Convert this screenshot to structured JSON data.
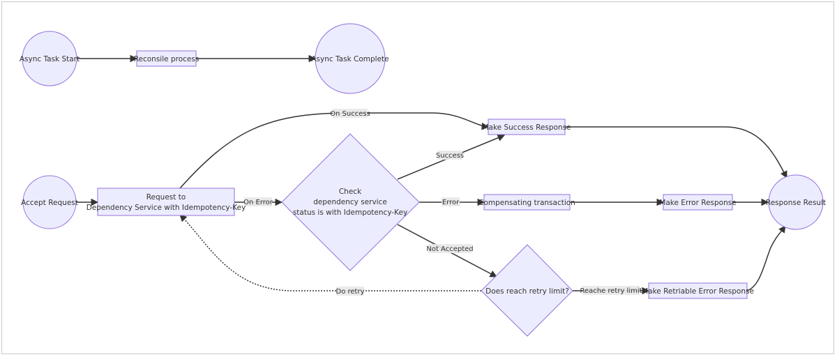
{
  "diagram": {
    "type": "flowchart",
    "colors": {
      "node_fill": "#ECECFF",
      "node_stroke": "#9370DB",
      "edge": "#333333",
      "label_bg": "#e8e8e8"
    },
    "nodes": {
      "async_task_start": "Async Task Start",
      "reconsile_process": "Reconsile process",
      "async_task_complete": "Async Task Complete",
      "accept_request": "Accept Request",
      "request_line1": "Request to",
      "request_line2": "Dependency Service with Idempotency-Key",
      "check_line1": "Check",
      "check_line2": "dependency service",
      "check_line3": "status is with Idempotency-Key",
      "make_success_response": "Make Success Response",
      "compensating_transaction": "Compensating transaction",
      "make_error_response": "Make Error Response",
      "response_result": "Response Result",
      "retry_limit_check": "Does reach retry limit?",
      "make_retriable_error_response": "Make Retriable Error Response"
    },
    "edge_labels": {
      "on_success": "On Success",
      "on_error": "On Error",
      "success": "Success",
      "error": "Error",
      "not_accepted": "Not Accepted",
      "do_retry": "Do retry",
      "reache_retry_limit": "Reache retry limit"
    }
  }
}
